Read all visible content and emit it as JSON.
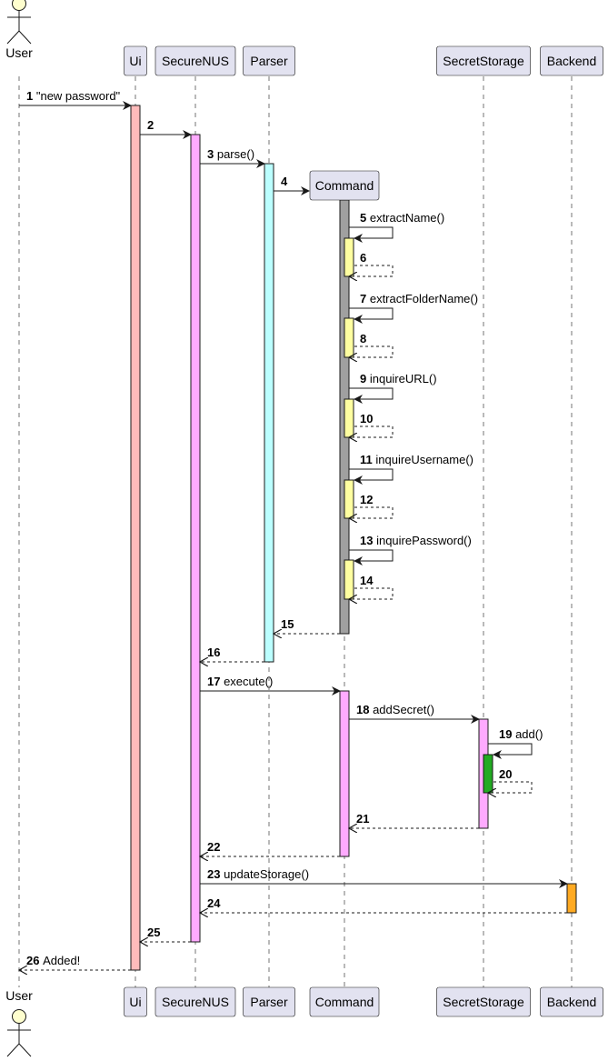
{
  "colors": {
    "participant_fill": "#E2E2F0",
    "participant_border": "#181818",
    "actor_fill": "#FEFECE",
    "lifeline": "#181818",
    "ui_activation": "#FFBBBB",
    "securenus_activation": "#FFAAFF",
    "parser_activation": "#BBFFFF",
    "command_activation": "#A0A0A0",
    "command_sub_activation": "#FFFFA0",
    "command_execute_activation": "#FFAAFF",
    "secretstorage_activation": "#FFAAFF",
    "secretstorage_add_activation": "#22AA22",
    "backend_activation": "#FFAA22"
  },
  "participants": [
    {
      "id": "user",
      "label": "User",
      "kind": "actor"
    },
    {
      "id": "ui",
      "label": "Ui",
      "kind": "participant"
    },
    {
      "id": "securenus",
      "label": "SecureNUS",
      "kind": "participant"
    },
    {
      "id": "parser",
      "label": "Parser",
      "kind": "participant"
    },
    {
      "id": "command",
      "label": "Command",
      "kind": "participant"
    },
    {
      "id": "secretstorage",
      "label": "SecretStorage",
      "kind": "participant"
    },
    {
      "id": "backend",
      "label": "Backend",
      "kind": "participant"
    }
  ],
  "messages": [
    {
      "num": "1",
      "label": "\"new password\"",
      "from": "user",
      "to": "ui",
      "type": "call"
    },
    {
      "num": "2",
      "label": "",
      "from": "ui",
      "to": "securenus",
      "type": "call"
    },
    {
      "num": "3",
      "label": "parse()",
      "from": "securenus",
      "to": "parser",
      "type": "call"
    },
    {
      "num": "4",
      "label": "",
      "from": "parser",
      "to": "command",
      "type": "create"
    },
    {
      "num": "5",
      "label": "extractName()",
      "from": "command",
      "to": "command",
      "type": "self-call"
    },
    {
      "num": "6",
      "label": "",
      "from": "command",
      "to": "command",
      "type": "self-return"
    },
    {
      "num": "7",
      "label": "extractFolderName()",
      "from": "command",
      "to": "command",
      "type": "self-call"
    },
    {
      "num": "8",
      "label": "",
      "from": "command",
      "to": "command",
      "type": "self-return"
    },
    {
      "num": "9",
      "label": "inquireURL()",
      "from": "command",
      "to": "command",
      "type": "self-call"
    },
    {
      "num": "10",
      "label": "",
      "from": "command",
      "to": "command",
      "type": "self-return"
    },
    {
      "num": "11",
      "label": "inquireUsername()",
      "from": "command",
      "to": "command",
      "type": "self-call"
    },
    {
      "num": "12",
      "label": "",
      "from": "command",
      "to": "command",
      "type": "self-return"
    },
    {
      "num": "13",
      "label": "inquirePassword()",
      "from": "command",
      "to": "command",
      "type": "self-call"
    },
    {
      "num": "14",
      "label": "",
      "from": "command",
      "to": "command",
      "type": "self-return"
    },
    {
      "num": "15",
      "label": "",
      "from": "command",
      "to": "parser",
      "type": "return"
    },
    {
      "num": "16",
      "label": "",
      "from": "parser",
      "to": "securenus",
      "type": "return"
    },
    {
      "num": "17",
      "label": "execute()",
      "from": "securenus",
      "to": "command",
      "type": "call"
    },
    {
      "num": "18",
      "label": "addSecret()",
      "from": "command",
      "to": "secretstorage",
      "type": "call"
    },
    {
      "num": "19",
      "label": "add()",
      "from": "secretstorage",
      "to": "secretstorage",
      "type": "self-call"
    },
    {
      "num": "20",
      "label": "",
      "from": "secretstorage",
      "to": "secretstorage",
      "type": "self-return"
    },
    {
      "num": "21",
      "label": "",
      "from": "secretstorage",
      "to": "command",
      "type": "return"
    },
    {
      "num": "22",
      "label": "",
      "from": "command",
      "to": "securenus",
      "type": "return"
    },
    {
      "num": "23",
      "label": "updateStorage()",
      "from": "securenus",
      "to": "backend",
      "type": "call"
    },
    {
      "num": "24",
      "label": "",
      "from": "backend",
      "to": "securenus",
      "type": "return"
    },
    {
      "num": "25",
      "label": "",
      "from": "securenus",
      "to": "ui",
      "type": "return"
    },
    {
      "num": "26",
      "label": "Added!",
      "from": "ui",
      "to": "user",
      "type": "return"
    }
  ]
}
